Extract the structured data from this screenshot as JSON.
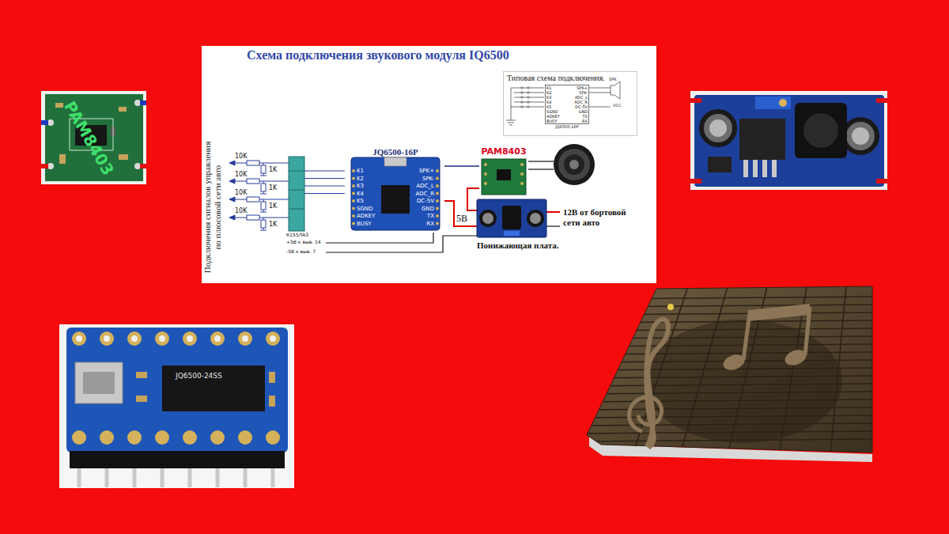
{
  "diagram": {
    "title": "Схема подключения звукового модуля IQ6500",
    "nodes": [
      {
        "text": [
          "Типовая схема подключения."
        ]
      },
      {
        "text": [
          "K1",
          "K2",
          "K3",
          "K4",
          "K5",
          "SGND",
          "ADKEY",
          "BUSY",
          "SPK+",
          "SPK-",
          "ADC_L",
          "ADC_R",
          "DC-5V",
          "GND",
          "TX",
          "RX",
          "JQ6500-16P"
        ],
        "in": 0
      },
      {
        "text": [
          "JQ6500-16P",
          "K1",
          "K2",
          "K3",
          "K4",
          "K5",
          "SGND",
          "ADKEY",
          "BUSY",
          "SPK+",
          "SPK-",
          "ADC_L",
          "ADC_R",
          "DC-5V",
          "GND",
          "TX",
          "RX"
        ]
      },
      {
        "text": [
          "PAM8403"
        ]
      },
      {
        "text": [
          "Понижающая плата."
        ]
      }
    ],
    "edges": [
      {
        "from": 2,
        "to": 3,
        "arrow": "none"
      },
      {
        "from": 4,
        "to": 3,
        "arrow": "none"
      },
      {
        "from": 4,
        "to": 2,
        "arrow": "none"
      }
    ],
    "labels": [
      "PAM8403",
      "Подключения сигналов управления по плюсовой сети авто",
      "10K",
      "1K",
      "10K",
      "1K",
      "10K",
      "1K",
      "10K",
      "1K",
      "К155ЛА3",
      "+5В к выв. 14",
      "-5В к выв. 7",
      "5В",
      "12В от бортовой сети авто",
      "SPK",
      "VCC",
      "JQ6500-24SS"
    ]
  }
}
